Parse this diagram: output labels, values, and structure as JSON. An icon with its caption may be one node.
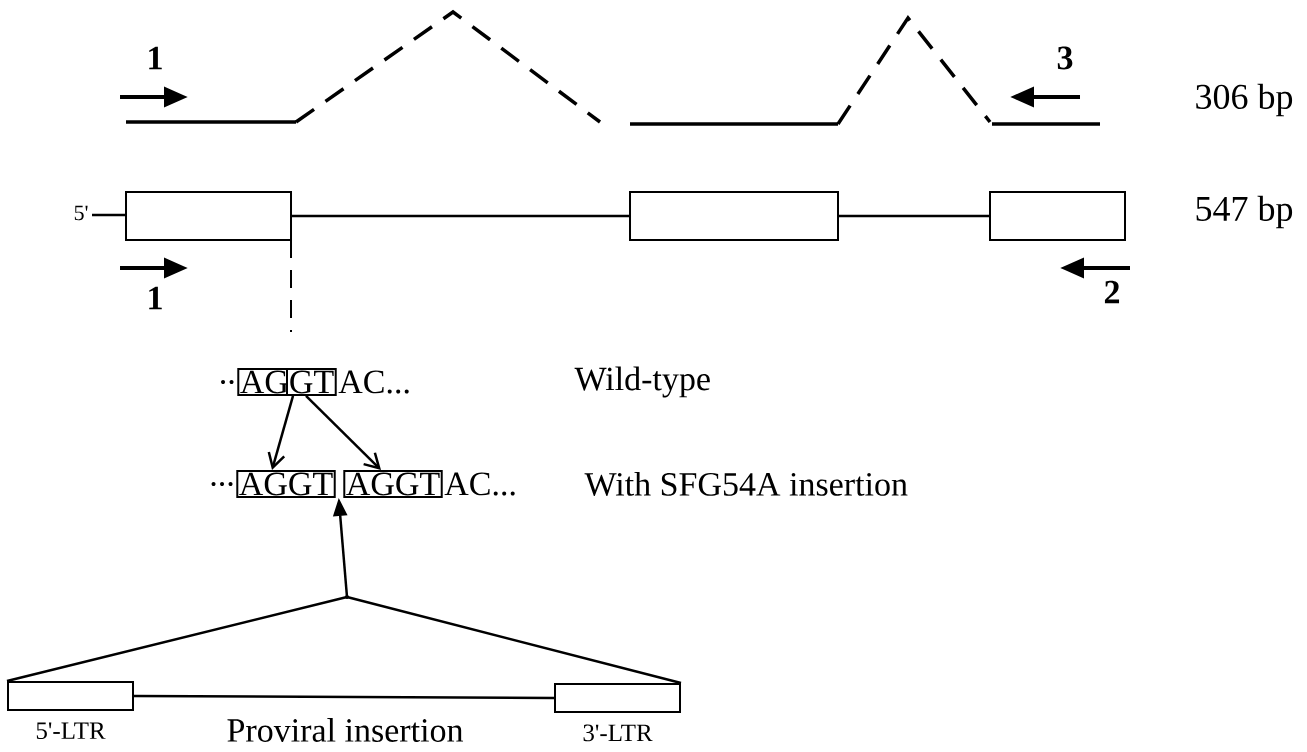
{
  "diagram": {
    "nodes": [
      {
        "text": [],
        "shape": "box"
      },
      {
        "text": [],
        "shape": "box"
      },
      {
        "text": [],
        "shape": "box"
      },
      {
        "text": [
          "AGGT"
        ],
        "beside": [
          "..",
          "AC..."
        ]
      },
      {
        "text": [
          "AGGT"
        ],
        "beside": [
          "..."
        ]
      },
      {
        "text": [
          "AGGT"
        ],
        "beside": [
          "AC..."
        ]
      },
      {
        "text": [],
        "shape": "box",
        "beside": [
          "5'-LTR"
        ]
      },
      {
        "text": [],
        "shape": "box",
        "beside": [
          "3'-LTR"
        ]
      },
      {
        "text": [],
        "shape": "point"
      }
    ],
    "edges": [
      {
        "from": 0,
        "to": 1,
        "arrow": "none"
      },
      {
        "from": 1,
        "to": 2,
        "arrow": "none"
      },
      {
        "from": 3,
        "to": 4,
        "arrow": "to"
      },
      {
        "from": 3,
        "to": 5,
        "arrow": "to"
      },
      {
        "from": 6,
        "to": 7,
        "arrow": "none"
      },
      {
        "from": 6,
        "to": 8,
        "arrow": "none"
      },
      {
        "from": 7,
        "to": 8,
        "arrow": "none"
      },
      {
        "from": 8,
        "to": 4,
        "arrow": "to"
      }
    ],
    "labels": [
      "1",
      "3",
      "306 bp",
      "5'",
      "547 bp",
      "1",
      "2",
      "Wild-type",
      "With SFG54A insertion",
      "Proviral insertion"
    ]
  }
}
